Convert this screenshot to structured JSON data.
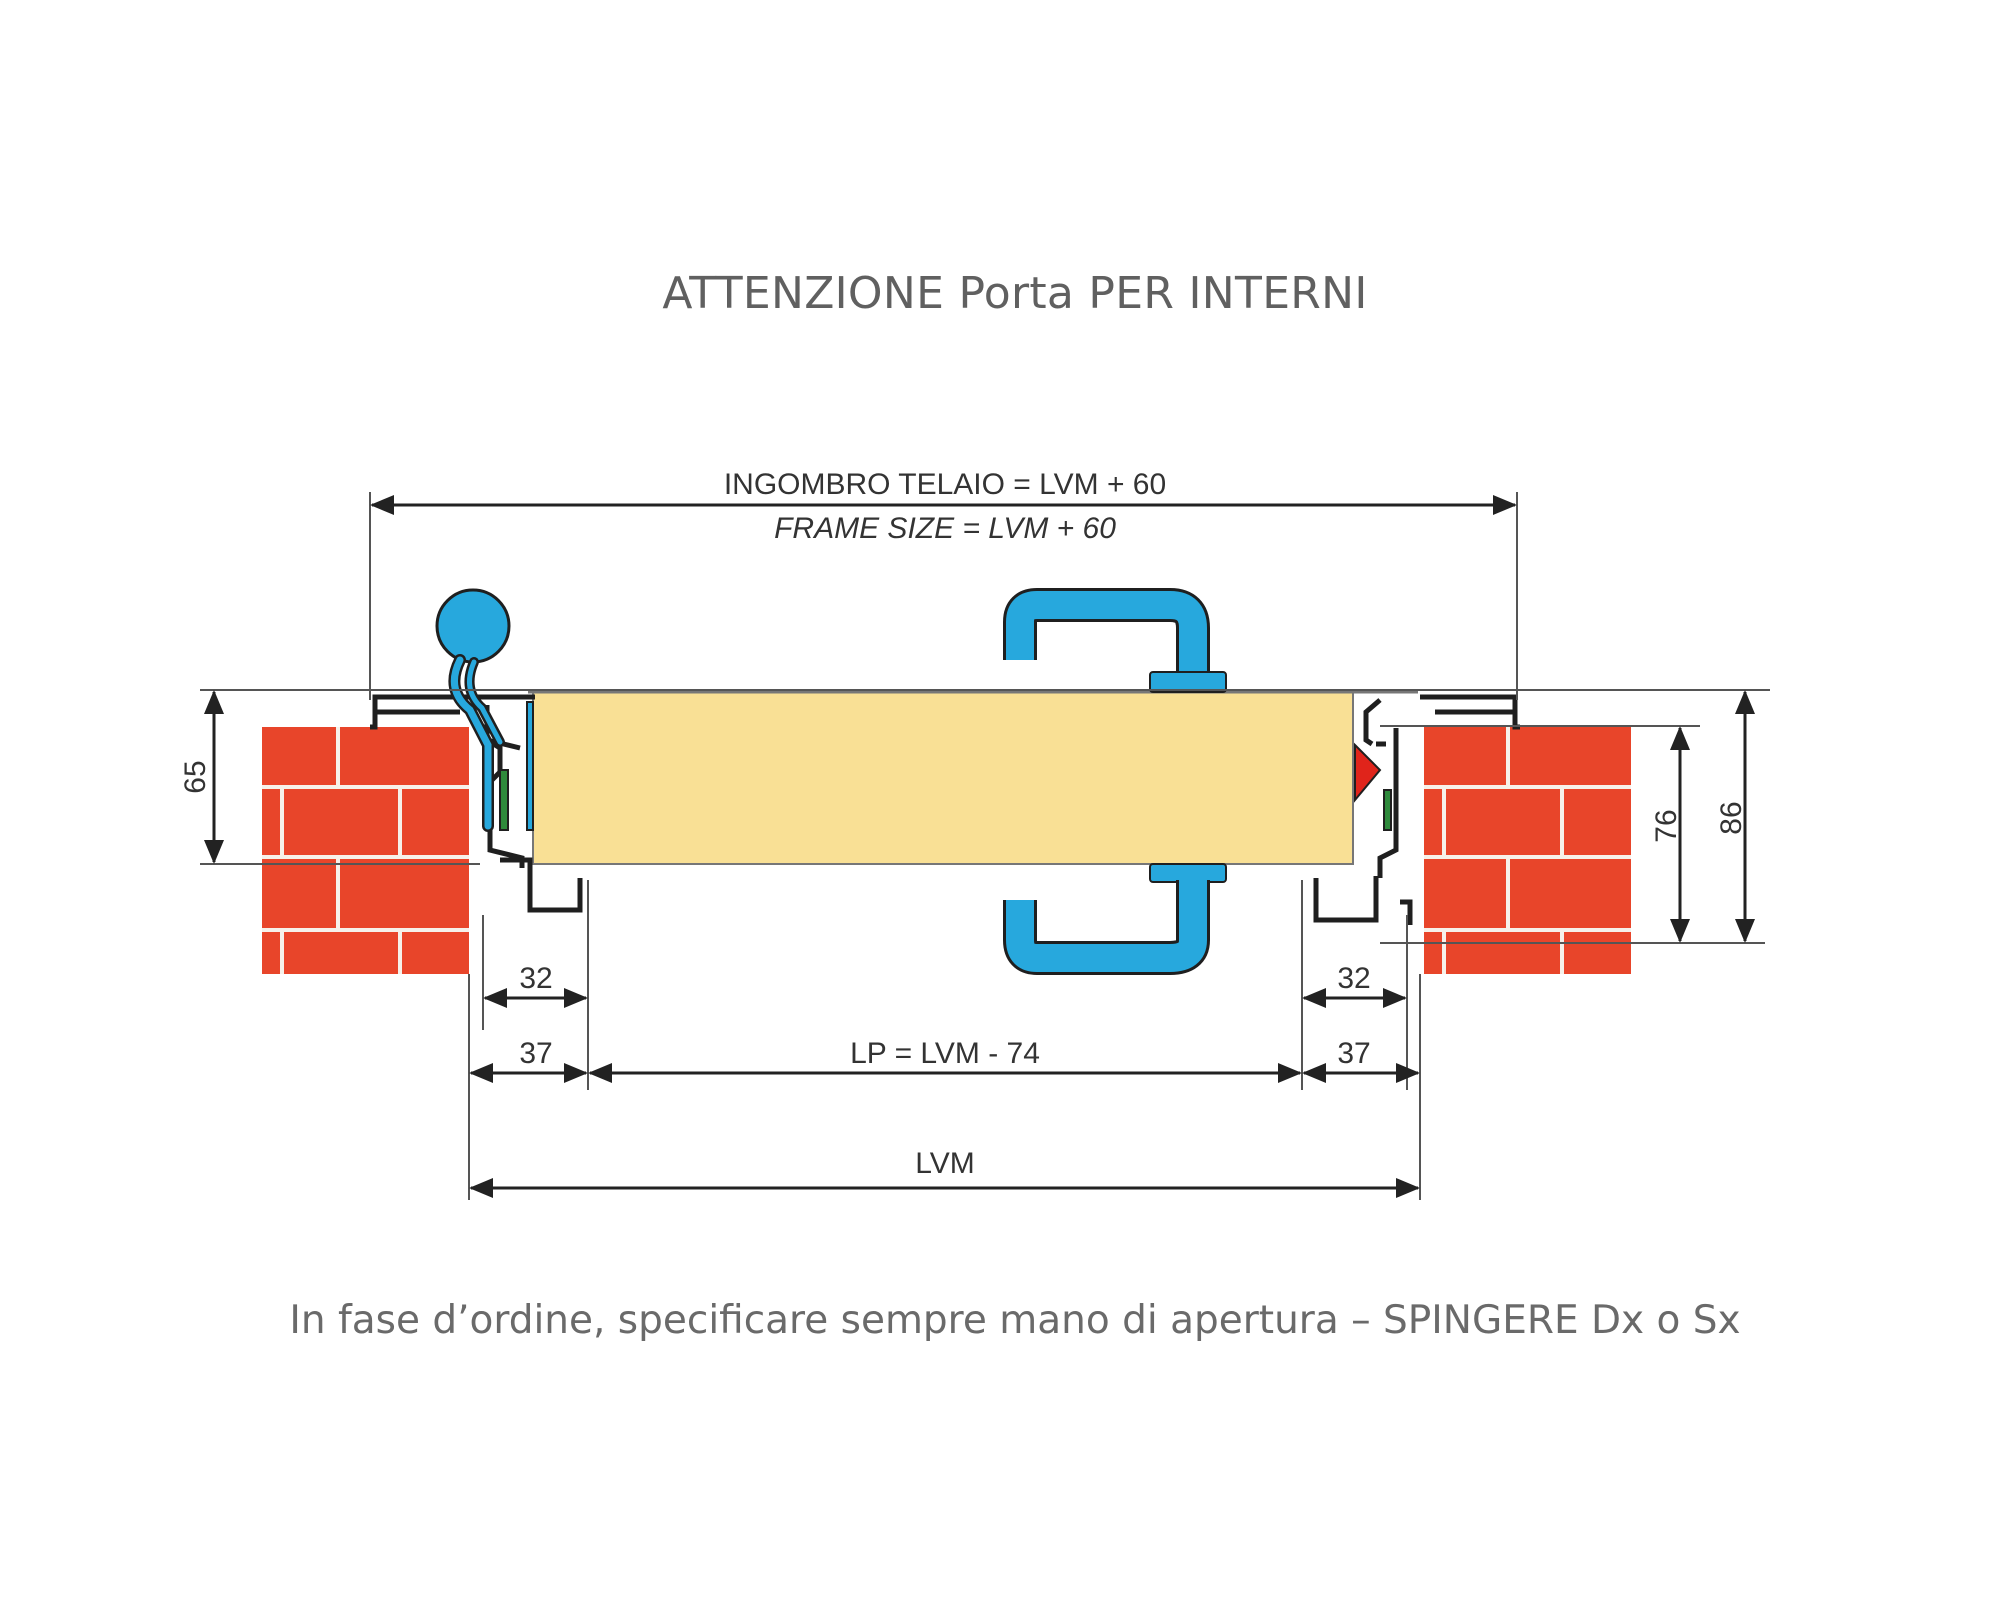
{
  "title": "ATTENZIONE Porta PER INTERNI",
  "note": "In fase d’ordine, specificare sempre mano di apertura – SPINGERE  Dx o Sx",
  "dimensions": {
    "frame_size_it": "INGOMBRO TELAIO = LVM + 60",
    "frame_size_en": "FRAME SIZE = LVM + 60",
    "depth_left": "65",
    "depth_right_inner": "76",
    "depth_right_outer": "86",
    "left_inner": "32",
    "left_outer": "37",
    "right_inner": "32",
    "right_outer": "37",
    "passage": "LP = LVM - 74",
    "wall_opening": "LVM"
  },
  "colors": {
    "brick": "#e8452a",
    "mortar": "#f6f1ea",
    "door_leaf": "#f9e095",
    "handle": "#27a8dd",
    "hinge": "#27a8dd",
    "frame": "#1f1f1f",
    "seal_green": "#2f8a3c",
    "latch_red": "#e0241b"
  }
}
